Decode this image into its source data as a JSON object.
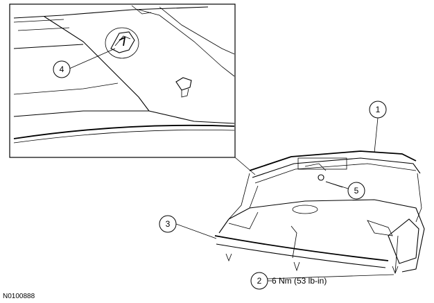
{
  "callouts": [
    {
      "id": "1",
      "label": "1"
    },
    {
      "id": "2",
      "label": "2"
    },
    {
      "id": "3",
      "label": "3"
    },
    {
      "id": "4",
      "label": "4"
    },
    {
      "id": "5",
      "label": "5"
    }
  ],
  "torque_spec": "6 Nm (53 lb-in)",
  "figure_ref": "N0100888"
}
